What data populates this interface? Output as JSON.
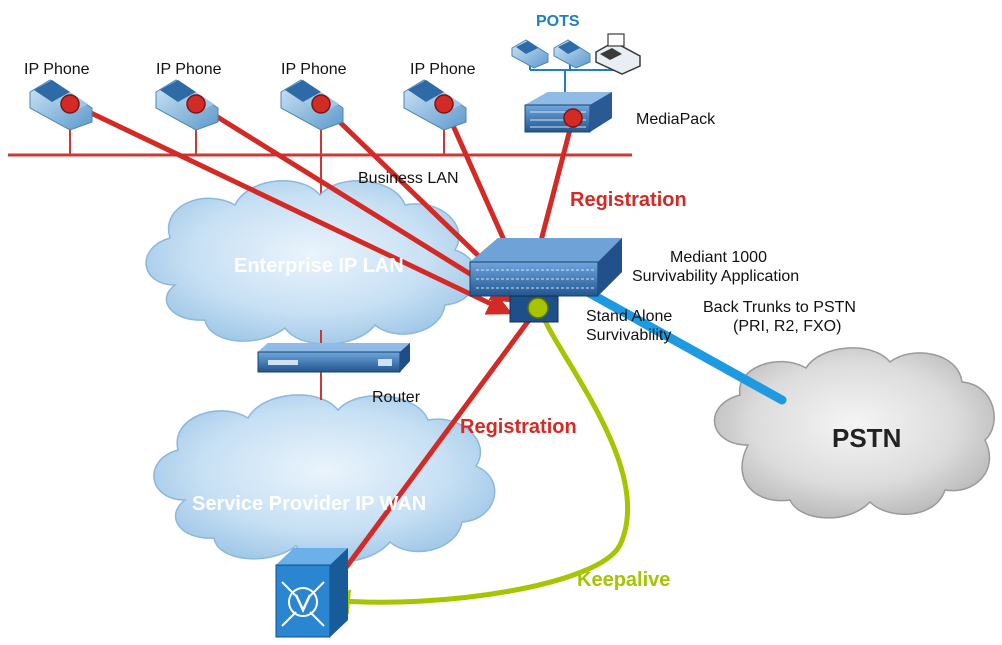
{
  "labels": {
    "phone_1": "IP Phone",
    "phone_2": "IP Phone",
    "phone_3": "IP Phone",
    "phone_4": "IP Phone",
    "pots": "POTS",
    "mediapack": "MediaPack",
    "business_lan": "Business LAN",
    "registration_top": "Registration",
    "registration_bottom": "Registration",
    "enterprise_lan": "Enterprise IP LAN",
    "mediant_line1": "Mediant 1000",
    "mediant_line2": "Survivability Application",
    "back_trunks_line1": "Back Trunks to PSTN",
    "back_trunks_line2": "(PRI, R2, FXO)",
    "standalone_line1": "Stand Alone",
    "standalone_line2": "Survivability",
    "router": "Router",
    "service_provider_wan": "Service Provider IP WAN",
    "pstn": "PSTN",
    "keepalive": "Keepalive"
  },
  "colors": {
    "registration": "#d42a26",
    "keepalive": "#a6c400",
    "trunk": "#1e9ae0",
    "pots_label": "#1d7fc4",
    "lan_line": "#c83a35",
    "cloud_blue": "#b9d9f1",
    "cloud_gray": "#d8d8d8"
  },
  "icons": {
    "phone": "ip-phone-icon",
    "mediapack": "mediapack-icon",
    "mediant": "mediant-1000-icon",
    "router": "router-icon",
    "softswitch": "softswitch-icon",
    "pots_devices": [
      "phone-icon",
      "phone-icon",
      "fax-icon"
    ]
  }
}
